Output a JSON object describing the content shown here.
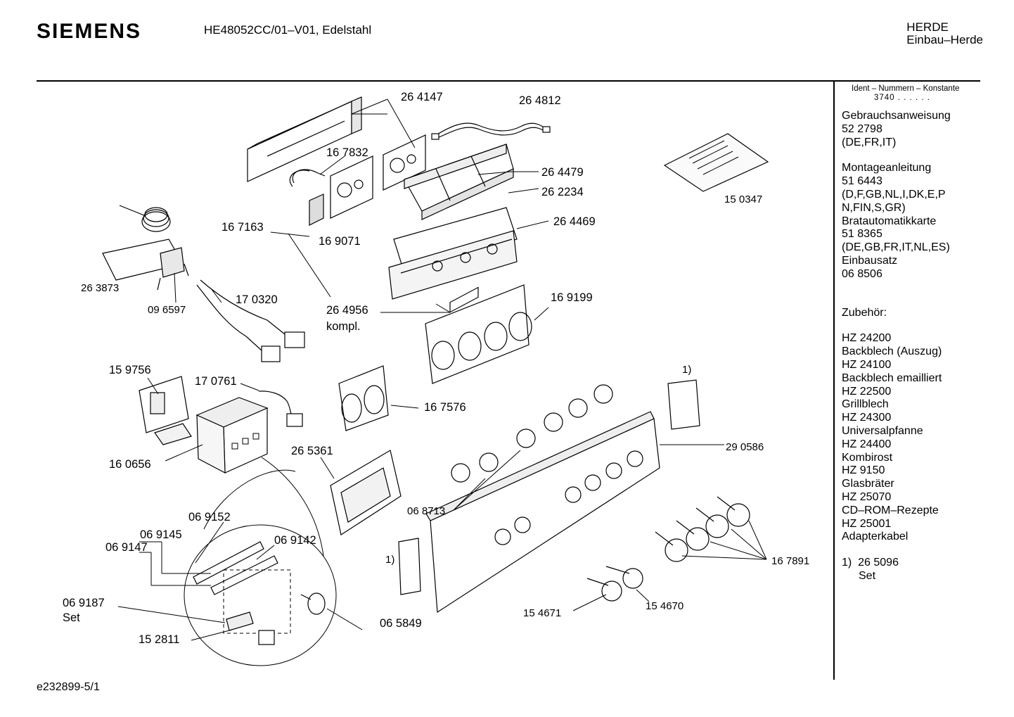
{
  "header": {
    "brand": "SIEMENS",
    "model": "HE48052CC/01–V01, Edelstahl",
    "category_line1": "HERDE",
    "category_line2": "Einbau–Herde"
  },
  "sidebar": {
    "ident_title": "Ident – Nummern – Konstante",
    "ident_value": "3740 . . . . . .",
    "gebrauch_title": "Gebrauchsanweisung",
    "gebrauch_num": "52 2798",
    "gebrauch_lang": "(DE,FR,IT)",
    "montage_title": "Montageanleitung",
    "montage_num": "51 6443",
    "montage_lang1": "(D,F,GB,NL,I,DK,E,P",
    "montage_lang2": "N,FIN,S,GR)",
    "brat_title": "Bratautomatikkarte",
    "brat_num": "51 8365",
    "brat_lang": "(DE,GB,FR,IT,NL,ES)",
    "einbau_title": "Einbausatz",
    "einbau_num": "06 8506",
    "zubehoer_title": "Zubehör:",
    "accessories": [
      {
        "code": "HZ 24200",
        "name": "Backblech (Auszug)"
      },
      {
        "code": "HZ 24100",
        "name": "Backblech emailliert"
      },
      {
        "code": "HZ 22500",
        "name": "Grillblech"
      },
      {
        "code": "HZ 24300",
        "name": "Universalpfanne"
      },
      {
        "code": "HZ 24400",
        "name": "Kombirost"
      },
      {
        "code": "HZ 9150",
        "name": "Glasbräter"
      },
      {
        "code": "HZ 25070",
        "name": "CD–ROM–Rezepte"
      },
      {
        "code": "HZ 25001",
        "name": "Adapterkabel"
      }
    ],
    "footnote_marker": "1)",
    "footnote_num": "26 5096",
    "footnote_text": "Set"
  },
  "parts": {
    "p264147": "26 4147",
    "p264812": "26 4812",
    "p167832": "16 7832",
    "p264479": "26 4479",
    "p262234": "26 2234",
    "p150347": "15 0347",
    "p264469": "26 4469",
    "p167163": "16 7163",
    "p169071": "16 9071",
    "p263873": "26 3873",
    "p096597": "09 6597",
    "p170320": "17 0320",
    "p264956": "26 4956",
    "kompl": "kompl.",
    "p169199": "16 9199",
    "p159756": "15 9756",
    "p170761": "17 0761",
    "fn1a": "1)",
    "p167576": "16 7576",
    "p160656": "16 0656",
    "p265361": "26 5361",
    "p290586": "29 0586",
    "p069152": "06 9152",
    "p069145": "06 9145",
    "p069147": "06 9147",
    "p069142": "06 9142",
    "p068713": "06 8713",
    "fn1b": "1)",
    "p167891": "16 7891",
    "p069187": "06 9187",
    "set": "Set",
    "p065849": "06 5849",
    "p152811": "15 2811",
    "p154671": "15 4671",
    "p154670": "15 4670"
  },
  "footer": {
    "drawing_id": "e232899-5/1"
  }
}
